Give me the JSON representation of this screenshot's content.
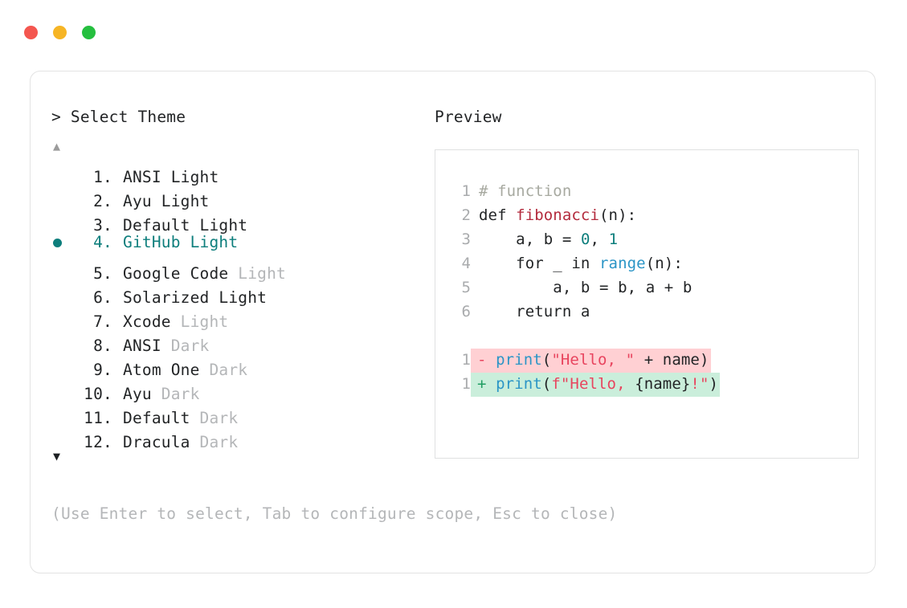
{
  "window": {
    "traffic_lights": [
      {
        "name": "close-dot",
        "color": "#f4564f"
      },
      {
        "name": "minimize-dot",
        "color": "#f6b525"
      },
      {
        "name": "maximize-dot",
        "color": "#25bf3f"
      }
    ]
  },
  "left": {
    "prompt": ">",
    "title": "Select Theme",
    "scroll_up_glyph": "▲",
    "scroll_down_glyph": "▼",
    "selected_index": 4,
    "themes": [
      {
        "index": "1.",
        "name": "ANSI",
        "variant": "Light",
        "variant_muted": false,
        "selected": false
      },
      {
        "index": "2.",
        "name": "Ayu",
        "variant": "Light",
        "variant_muted": false,
        "selected": false
      },
      {
        "index": "3.",
        "name": "Default",
        "variant": "Light",
        "variant_muted": false,
        "selected": false
      },
      {
        "index": "4.",
        "name": "GitHub",
        "variant": "Light",
        "variant_muted": false,
        "selected": true
      },
      {
        "index": "5.",
        "name": "Google Code",
        "variant": "Light",
        "variant_muted": true,
        "selected": false
      },
      {
        "index": "6.",
        "name": "Solarized",
        "variant": "Light",
        "variant_muted": false,
        "selected": false
      },
      {
        "index": "7.",
        "name": "Xcode",
        "variant": "Light",
        "variant_muted": true,
        "selected": false
      },
      {
        "index": "8.",
        "name": "ANSI",
        "variant": "Dark",
        "variant_muted": true,
        "selected": false
      },
      {
        "index": "9.",
        "name": "Atom One",
        "variant": "Dark",
        "variant_muted": true,
        "selected": false
      },
      {
        "index": "10.",
        "name": "Ayu",
        "variant": "Dark",
        "variant_muted": true,
        "selected": false
      },
      {
        "index": "11.",
        "name": "Default",
        "variant": "Dark",
        "variant_muted": true,
        "selected": false
      },
      {
        "index": "12.",
        "name": "Dracula",
        "variant": "Dark",
        "variant_muted": true,
        "selected": false
      }
    ],
    "hint": "(Use Enter to select, Tab to configure scope, Esc to close)"
  },
  "right": {
    "title": "Preview",
    "code_lines": [
      {
        "num": "1",
        "tokens": [
          {
            "t": "# function",
            "c": "tok-comment"
          }
        ]
      },
      {
        "num": "2",
        "tokens": [
          {
            "t": "def ",
            "c": "tok-kw"
          },
          {
            "t": "fibonacci",
            "c": "tok-fn-def"
          },
          {
            "t": "(n):",
            "c": "tok-plain"
          }
        ]
      },
      {
        "num": "3",
        "tokens": [
          {
            "t": "    a, b = ",
            "c": "tok-plain"
          },
          {
            "t": "0",
            "c": "tok-num"
          },
          {
            "t": ", ",
            "c": "tok-plain"
          },
          {
            "t": "1",
            "c": "tok-num"
          }
        ]
      },
      {
        "num": "4",
        "tokens": [
          {
            "t": "    for _ in ",
            "c": "tok-plain"
          },
          {
            "t": "range",
            "c": "tok-builtin"
          },
          {
            "t": "(n):",
            "c": "tok-plain"
          }
        ]
      },
      {
        "num": "5",
        "tokens": [
          {
            "t": "        a, b = b, a + b",
            "c": "tok-plain"
          }
        ]
      },
      {
        "num": "6",
        "tokens": [
          {
            "t": "    return a",
            "c": "tok-plain"
          }
        ]
      }
    ],
    "diff_lines": [
      {
        "num": "1",
        "kind": "del",
        "mark": "-",
        "tokens": [
          {
            "t": "print",
            "c": "tok-builtin"
          },
          {
            "t": "(",
            "c": "tok-plain"
          },
          {
            "t": "\"Hello, \"",
            "c": "tok-str"
          },
          {
            "t": " + name)",
            "c": "tok-plain"
          }
        ]
      },
      {
        "num": "1",
        "kind": "ins",
        "mark": "+",
        "tokens": [
          {
            "t": "print",
            "c": "tok-builtin"
          },
          {
            "t": "(",
            "c": "tok-plain"
          },
          {
            "t": "f\"Hello, ",
            "c": "tok-str"
          },
          {
            "t": "{name}",
            "c": "tok-plain"
          },
          {
            "t": "!\"",
            "c": "tok-str"
          },
          {
            "t": ")",
            "c": "tok-plain"
          }
        ]
      }
    ]
  },
  "colors": {
    "accent_teal": "#0d7e7c",
    "muted_gray": "#b4b6b8",
    "text_dark": "#222426",
    "diff_del_bg": "#ffd0d3",
    "diff_ins_bg": "#caeedb",
    "string_red": "#e8445e",
    "fn_red": "#b32b3d",
    "builtin_blue": "#2b95c6",
    "card_border": "#e3e3e3"
  }
}
